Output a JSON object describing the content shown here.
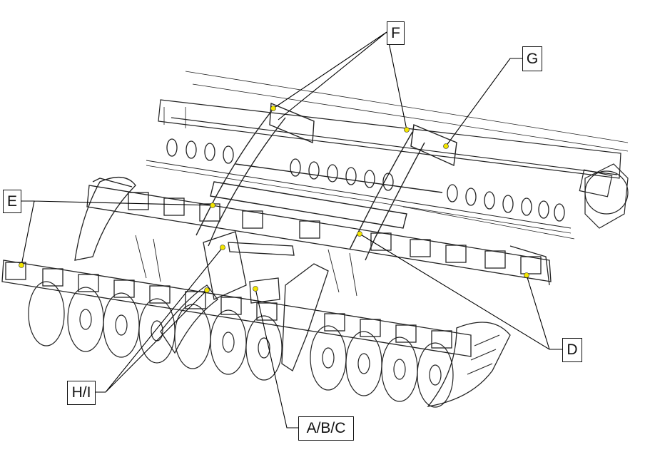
{
  "labels": {
    "f": "F",
    "g": "G",
    "e": "E",
    "d": "D",
    "hi": "H/I",
    "abc": "A/B/C"
  },
  "colors": {
    "line": "#222222",
    "lubrication_point": "#f2e500",
    "background": "#ffffff"
  }
}
